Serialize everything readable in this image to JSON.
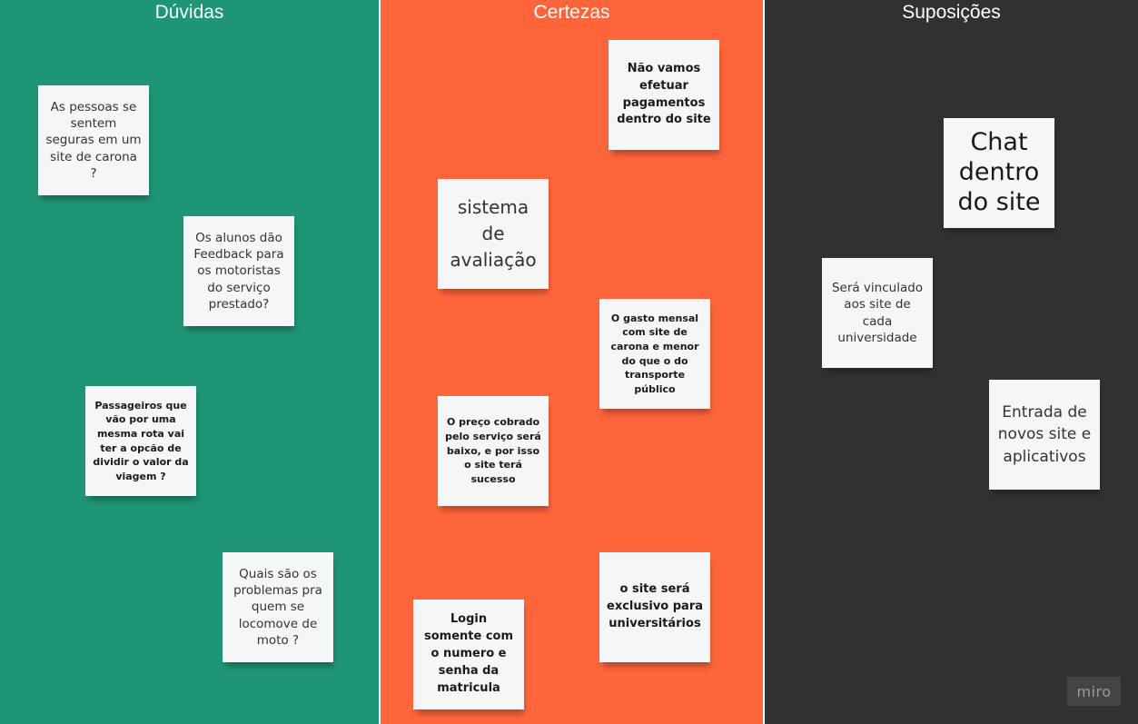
{
  "columns": {
    "duvidas": {
      "title": "Dúvidas",
      "color": "#1e9575"
    },
    "certezas": {
      "title": "Certezas",
      "color": "#ff653b"
    },
    "suposicoes": {
      "title": "Suposições",
      "color": "#313131"
    }
  },
  "notes": {
    "duvidas": [
      "As pessoas se sentem seguras em um site de carona ?",
      "Os alunos dão Feedback para os motoristas do serviço prestado?",
      "Passageiros que vão por uma mesma rota vai ter a opcão de dividir o valor da viagem ?",
      "Quais são os problemas pra quem se locomove de moto ?"
    ],
    "certezas": [
      "Não vamos efetuar pagamentos dentro do site",
      "sistema de avaliação",
      "O gasto mensal com site de carona e menor do que o do transporte público",
      "O preço cobrado pelo serviço será baixo, e por isso o site terá sucesso",
      "o site será exclusivo para universitários",
      "Login somente com o numero e senha da matricula"
    ],
    "suposicoes": [
      "Chat dentro do site",
      "Será vinculado aos site de cada universidade",
      "Entrada de novos site e aplicativos"
    ]
  },
  "sticky_color": "#f5f6f8",
  "logo": {
    "text": "miro"
  }
}
